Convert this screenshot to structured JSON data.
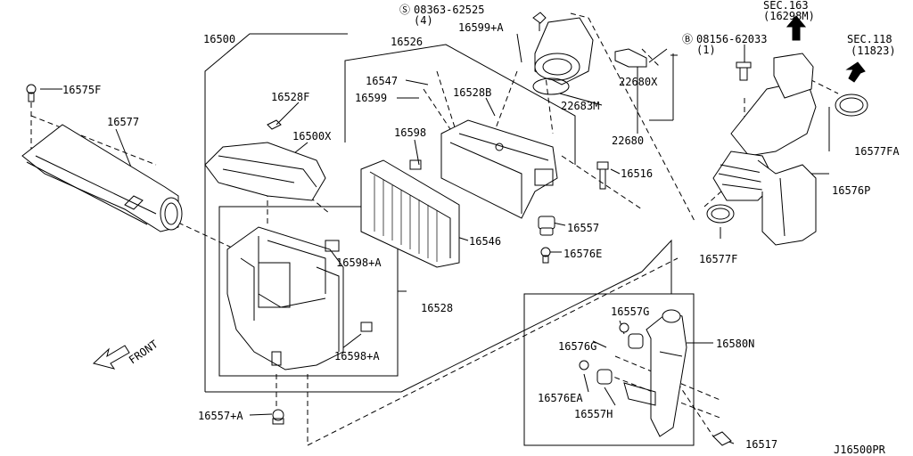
{
  "diagram_id": "J16500PR",
  "front_label": "FRONT",
  "parts": {
    "p16500": "16500",
    "p16526": "16526",
    "p16575F": "16575F",
    "p16577": "16577",
    "p16528F": "16528F",
    "p16500X": "16500X",
    "p16547": "16547",
    "p16599": "16599",
    "p16528B": "16528B",
    "p16598": "16598",
    "p16599A": "16599+A",
    "p16598A_1": "16598+A",
    "p16598A_2": "16598+A",
    "p16528": "16528",
    "p16546": "16546",
    "p16557": "16557",
    "p16576E": "16576E",
    "p16516": "16516",
    "p22680X": "22680X",
    "p22683M": "22683M",
    "p22680": "22680",
    "p08363": "08363-62525",
    "p08363_qty": "(4)",
    "p08156": "08156-62033",
    "p08156_qty": "(1)",
    "sec163": "SEC.163",
    "sec163_ref": "(16298M)",
    "sec118": "SEC.118",
    "sec118_ref": "(11823)",
    "p16577FA": "16577FA",
    "p16576P": "16576P",
    "p16577F": "16577F",
    "p16557G": "16557G",
    "p16576G": "16576G",
    "p16580N": "16580N",
    "p16576EA": "16576EA",
    "p16557H": "16557H",
    "p16517": "16517",
    "p16557A": "16557+A"
  }
}
